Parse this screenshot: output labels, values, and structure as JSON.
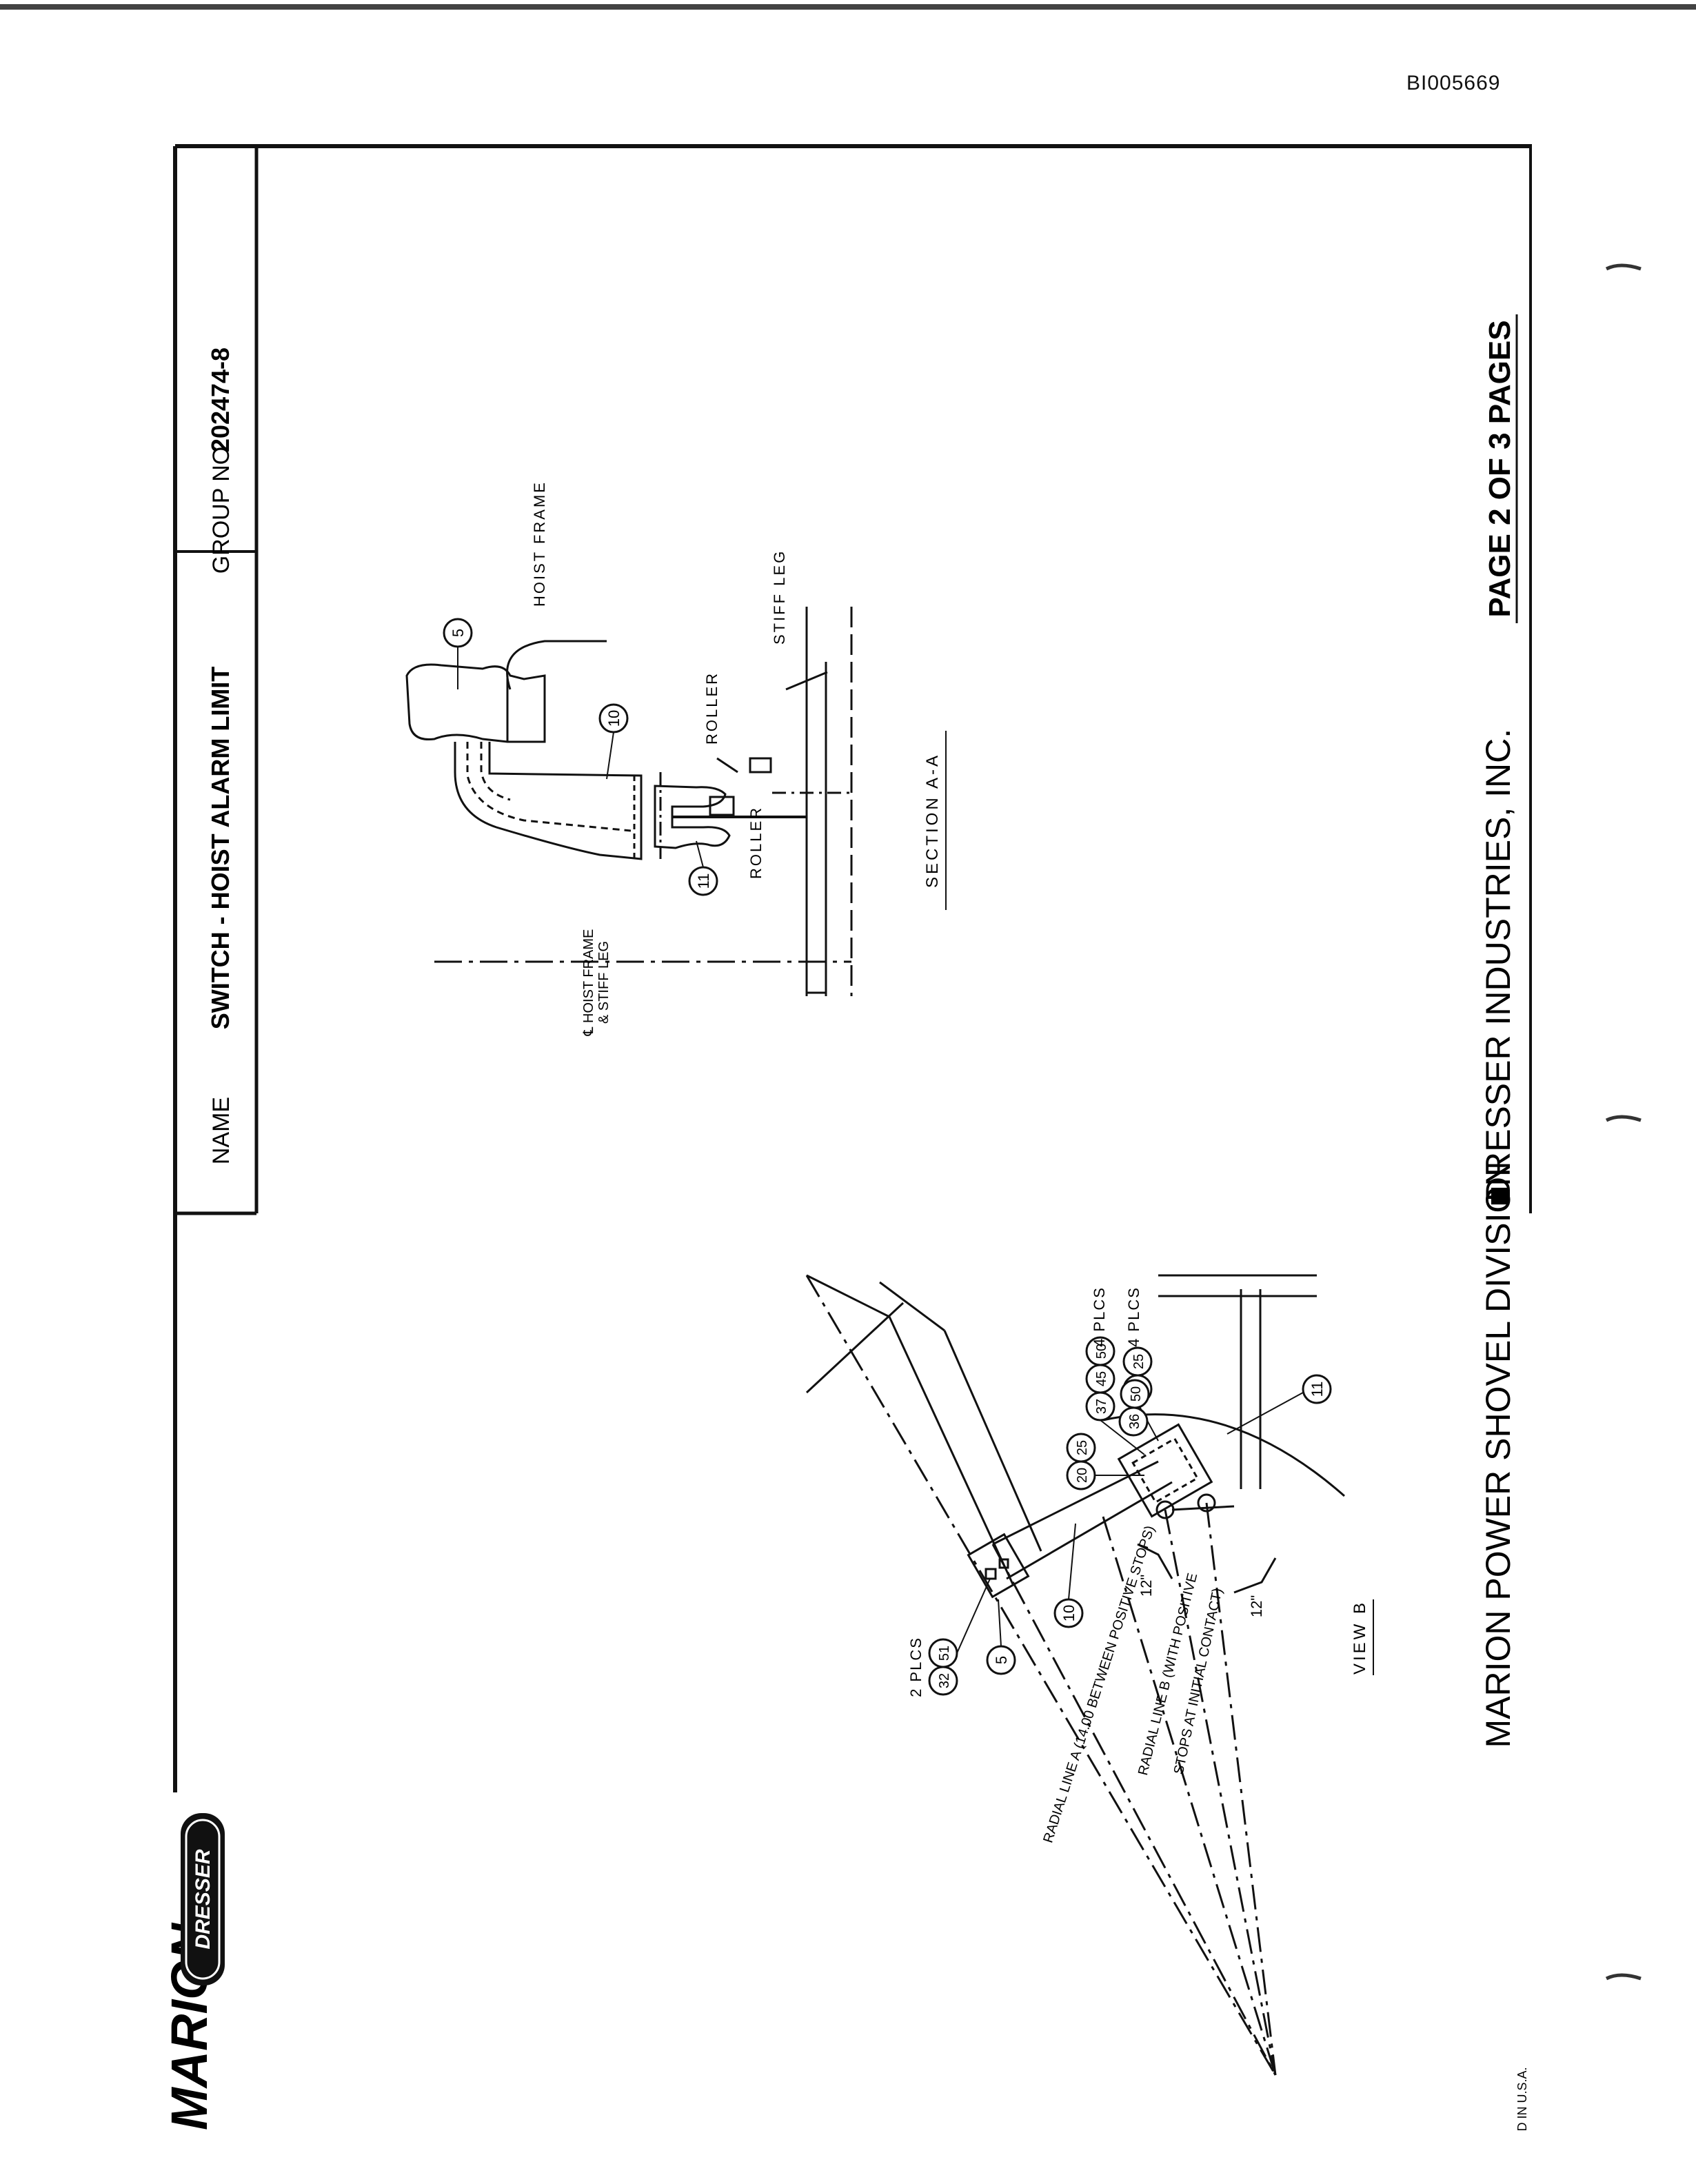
{
  "doc_id": "BI005669",
  "title_block": {
    "name_label": "NAME",
    "name_value": "SWITCH - HOIST ALARM LIMIT",
    "group_label": "GROUP NO",
    "group_value": "202474-8"
  },
  "logo": {
    "brand": "MARION",
    "badge": "DRESSER"
  },
  "footer": {
    "company": "MARION POWER SHOVEL DIVISION",
    "separator": "■",
    "parent": "DRESSER INDUSTRIES, INC.",
    "page": "PAGE 2 OF 3 PAGES",
    "printed": "D IN U.S.A."
  },
  "section_a": {
    "caption": "SECTION A-A",
    "labels": {
      "hoist_frame": "HOIST FRAME",
      "stiff_leg": "STIFF LEG",
      "roller_top": "ROLLER",
      "roller_bottom": "ROLLER",
      "centerline_1": "℄ HOIST FRAME",
      "centerline_2": "& STIFF LEG"
    },
    "balloons": [
      "5",
      "10",
      "11"
    ]
  },
  "view_b": {
    "caption": "VIEW B",
    "balloons": {
      "b5": "5",
      "b10": "10",
      "b11": "11",
      "b20a": "20",
      "b25a": "25",
      "b20b": "20",
      "b25b": "25",
      "b37": "37",
      "b45": "45",
      "b50a": "50",
      "b36": "36",
      "b50b": "50",
      "b32": "32",
      "b51": "51"
    },
    "notes": {
      "plcs_4_top": "4 PLCS",
      "plcs_4_mid": "4 PLCS",
      "plcs_2": "2 PLCS",
      "dim_12_a": "12\"",
      "dim_12_b": "12\"",
      "radial_1": "RADIAL LINE A (14.00 BETWEEN POSITIVE STOPS)",
      "radial_2": "RADIAL LINE B (WITH POSITIVE",
      "radial_3": "STOPS AT INITIAL CONTACT)"
    }
  }
}
